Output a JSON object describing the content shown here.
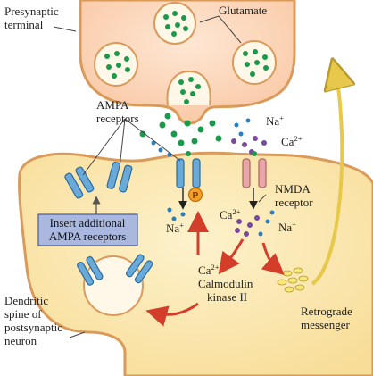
{
  "labels": {
    "presynaptic_line1": "Presynaptic",
    "presynaptic_line2": "terminal",
    "glutamate": "Glutamate",
    "na_top": "Na",
    "ca_top": "Ca",
    "ampa_line1": "AMPA",
    "ampa_line2": "receptors",
    "nmda_line1": "NMDA",
    "nmda_line2": "receptor",
    "insert_line1": "Insert additional",
    "insert_line2": "AMPA receptors",
    "na_left": "Na",
    "ca_mid": "Ca",
    "na_right": "Na",
    "p_label": "P",
    "camk_ca": "Ca",
    "camk_line2": "Calmodulin",
    "camk_line3": "kinase II",
    "retro_line1": "Retrograde",
    "retro_line2": "messenger",
    "dendrite_line1": "Dendritic",
    "dendrite_line2": "spine of",
    "dendrite_line3": "postsynaptic",
    "dendrite_line4": "neuron",
    "plus": "+",
    "two_plus": "2+"
  },
  "colors": {
    "cell_fill": "#fbe8b0",
    "presynaptic_fill": "#fdd9c0",
    "membrane": "#d99a5a",
    "glutamate": "#1a9a4a",
    "sodium": "#2a7fc0",
    "calcium": "#7a4a9a",
    "ampa_receptor": "#6aaad8",
    "nmda_receptor": "#e7a6a8",
    "arrow_red": "#d43d2a",
    "retro_arrow": "#f3e07a",
    "insert_box": "#aab8e0"
  }
}
